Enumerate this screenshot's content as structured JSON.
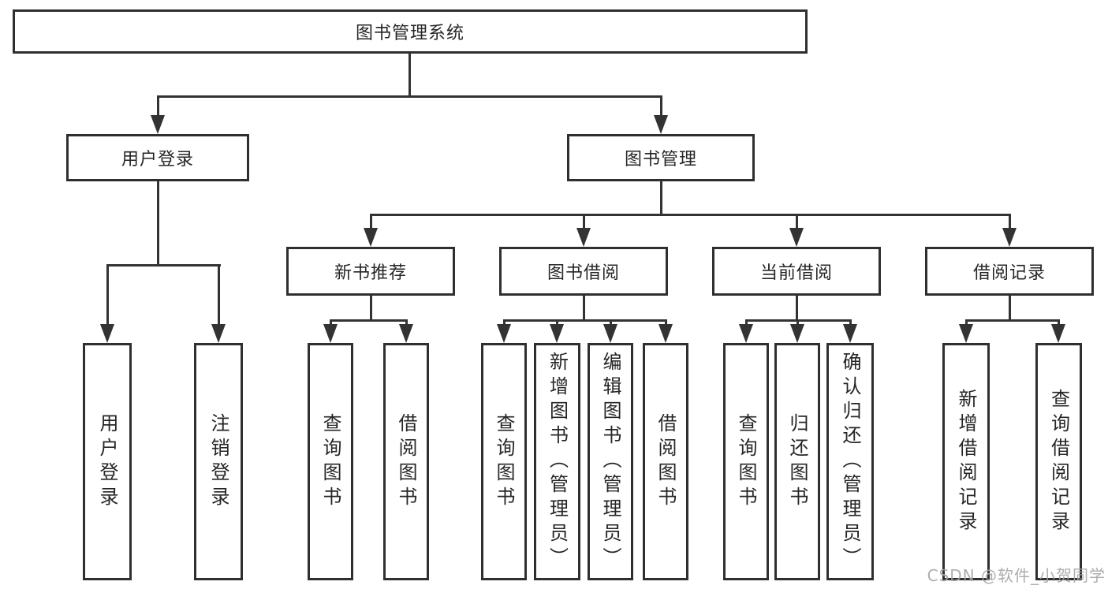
{
  "title": "图书管理系统",
  "watermark": "CSDN @软件_小贺同学",
  "colors": {
    "line": "#333333",
    "border": "#2f2f2f",
    "text": "#262626",
    "watermark": "#a4a4a4",
    "background": "#ffffff"
  },
  "tree": {
    "root": {
      "label": "图书管理系统"
    },
    "level2": [
      {
        "label": "用户登录",
        "children": [
          {
            "label": "用户登录"
          },
          {
            "label": "注销登录"
          }
        ]
      },
      {
        "label": "图书管理",
        "children": [
          {
            "label": "新书推荐",
            "children": [
              {
                "label": "查询图书"
              },
              {
                "label": "借阅图书"
              }
            ]
          },
          {
            "label": "图书借阅",
            "children": [
              {
                "label": "查询图书"
              },
              {
                "label": "新增图书（管理员）"
              },
              {
                "label": "编辑图书（管理员）"
              },
              {
                "label": "借阅图书"
              }
            ]
          },
          {
            "label": "当前借阅",
            "children": [
              {
                "label": "查询图书"
              },
              {
                "label": "归还图书"
              },
              {
                "label": "确认归还（管理员）"
              }
            ]
          },
          {
            "label": "借阅记录",
            "children": [
              {
                "label": "新增借阅记录"
              },
              {
                "label": "查询借阅记录"
              }
            ]
          }
        ]
      }
    ]
  }
}
